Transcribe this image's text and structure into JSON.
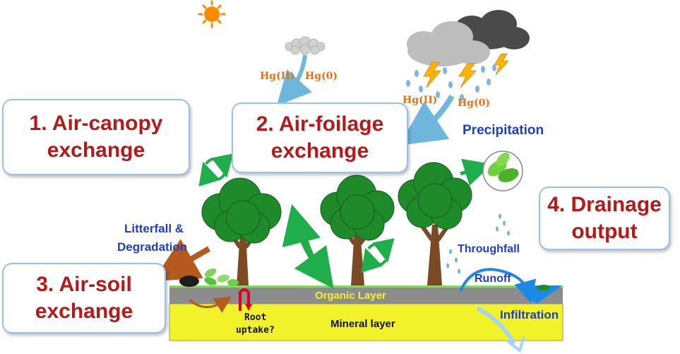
{
  "boxes": {
    "air_canopy": {
      "line1": "1. Air-canopy",
      "line2": "exchange"
    },
    "air_foilage": {
      "line1": "2. Air-foilage",
      "line2": "exchange"
    },
    "air_soil": {
      "line1": "3. Air-soil",
      "line2": "exchange"
    },
    "drainage": {
      "line1": "4. Drainage",
      "line2": "output"
    }
  },
  "labels": {
    "hg2_left": "Hg(II)",
    "hg0_left": "Hg(0)",
    "hg2_right": "Hg(II)",
    "hg0_right": "Hg(0)",
    "precipitation": "Precipitation",
    "litterfall": "Litterfall &",
    "degradation": "Degradation",
    "throughfall": "Throughfall",
    "runoff": "Runoff",
    "infiltration": "Infiltration",
    "organic_layer": "Organic Layer",
    "mineral_layer": "Mineral layer",
    "root_line1": "Root",
    "root_line2": "uptake?"
  },
  "colors": {
    "box_text": "#b31b1b",
    "box_border": "#9bc0e6",
    "blue_text": "#1f3fbf",
    "hg_text": "#e0741a",
    "organic_layer": "#8c8c8c",
    "mineral_layer": "#f2f22a",
    "tree_foliage": "#1f8a2a",
    "trunk": "#7a4a24"
  }
}
